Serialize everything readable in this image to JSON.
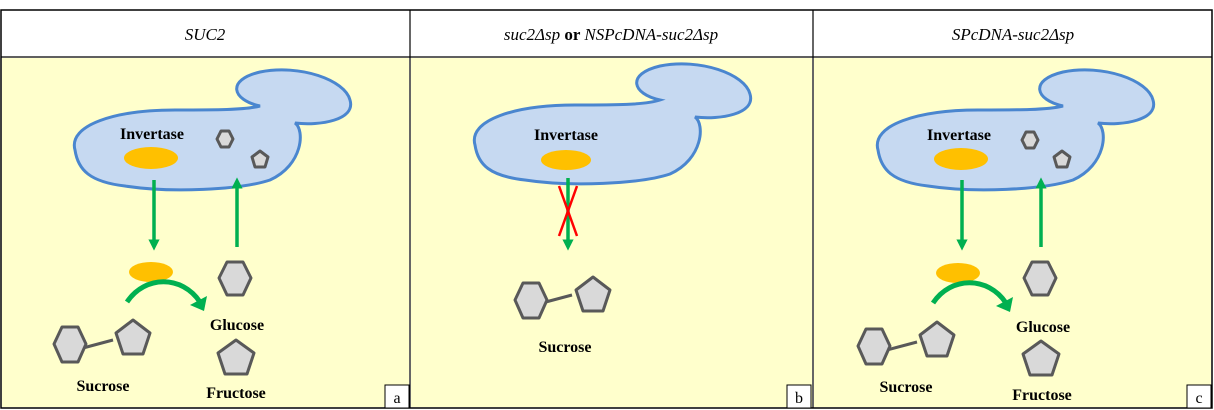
{
  "colors": {
    "background": "#ffffcc",
    "cell_fill": "#c6d9f1",
    "cell_stroke": "#4a86cf",
    "enzyme": "#ffc000",
    "arrow": "#00b050",
    "block": "#ff0000",
    "sugar_fill": "#d9d9d9",
    "sugar_stroke": "#595959"
  },
  "panels": [
    {
      "header": {
        "parts": [
          {
            "text": "SUC2",
            "italic": true,
            "bold": false
          }
        ]
      },
      "tag": "a",
      "labels": {
        "invertase": "Invertase",
        "glucose": "Glucose",
        "fructose": "Fructose",
        "sucrose": "Sucrose"
      }
    },
    {
      "header": {
        "parts": [
          {
            "text": "suc2Δsp",
            "italic": true,
            "bold": false
          },
          {
            "text": " or ",
            "italic": false,
            "bold": true
          },
          {
            "text": "NSPcDNA-suc2Δsp",
            "italic": true,
            "bold": false
          }
        ]
      },
      "tag": "b",
      "labels": {
        "invertase": "Invertase",
        "sucrose": "Sucrose"
      }
    },
    {
      "header": {
        "parts": [
          {
            "text": "SPcDNA-suc2Δsp",
            "italic": true,
            "bold": false
          }
        ]
      },
      "tag": "c",
      "labels": {
        "invertase": "Invertase",
        "glucose": "Glucose",
        "fructose": "Fructose",
        "sucrose": "Sucrose"
      }
    }
  ]
}
